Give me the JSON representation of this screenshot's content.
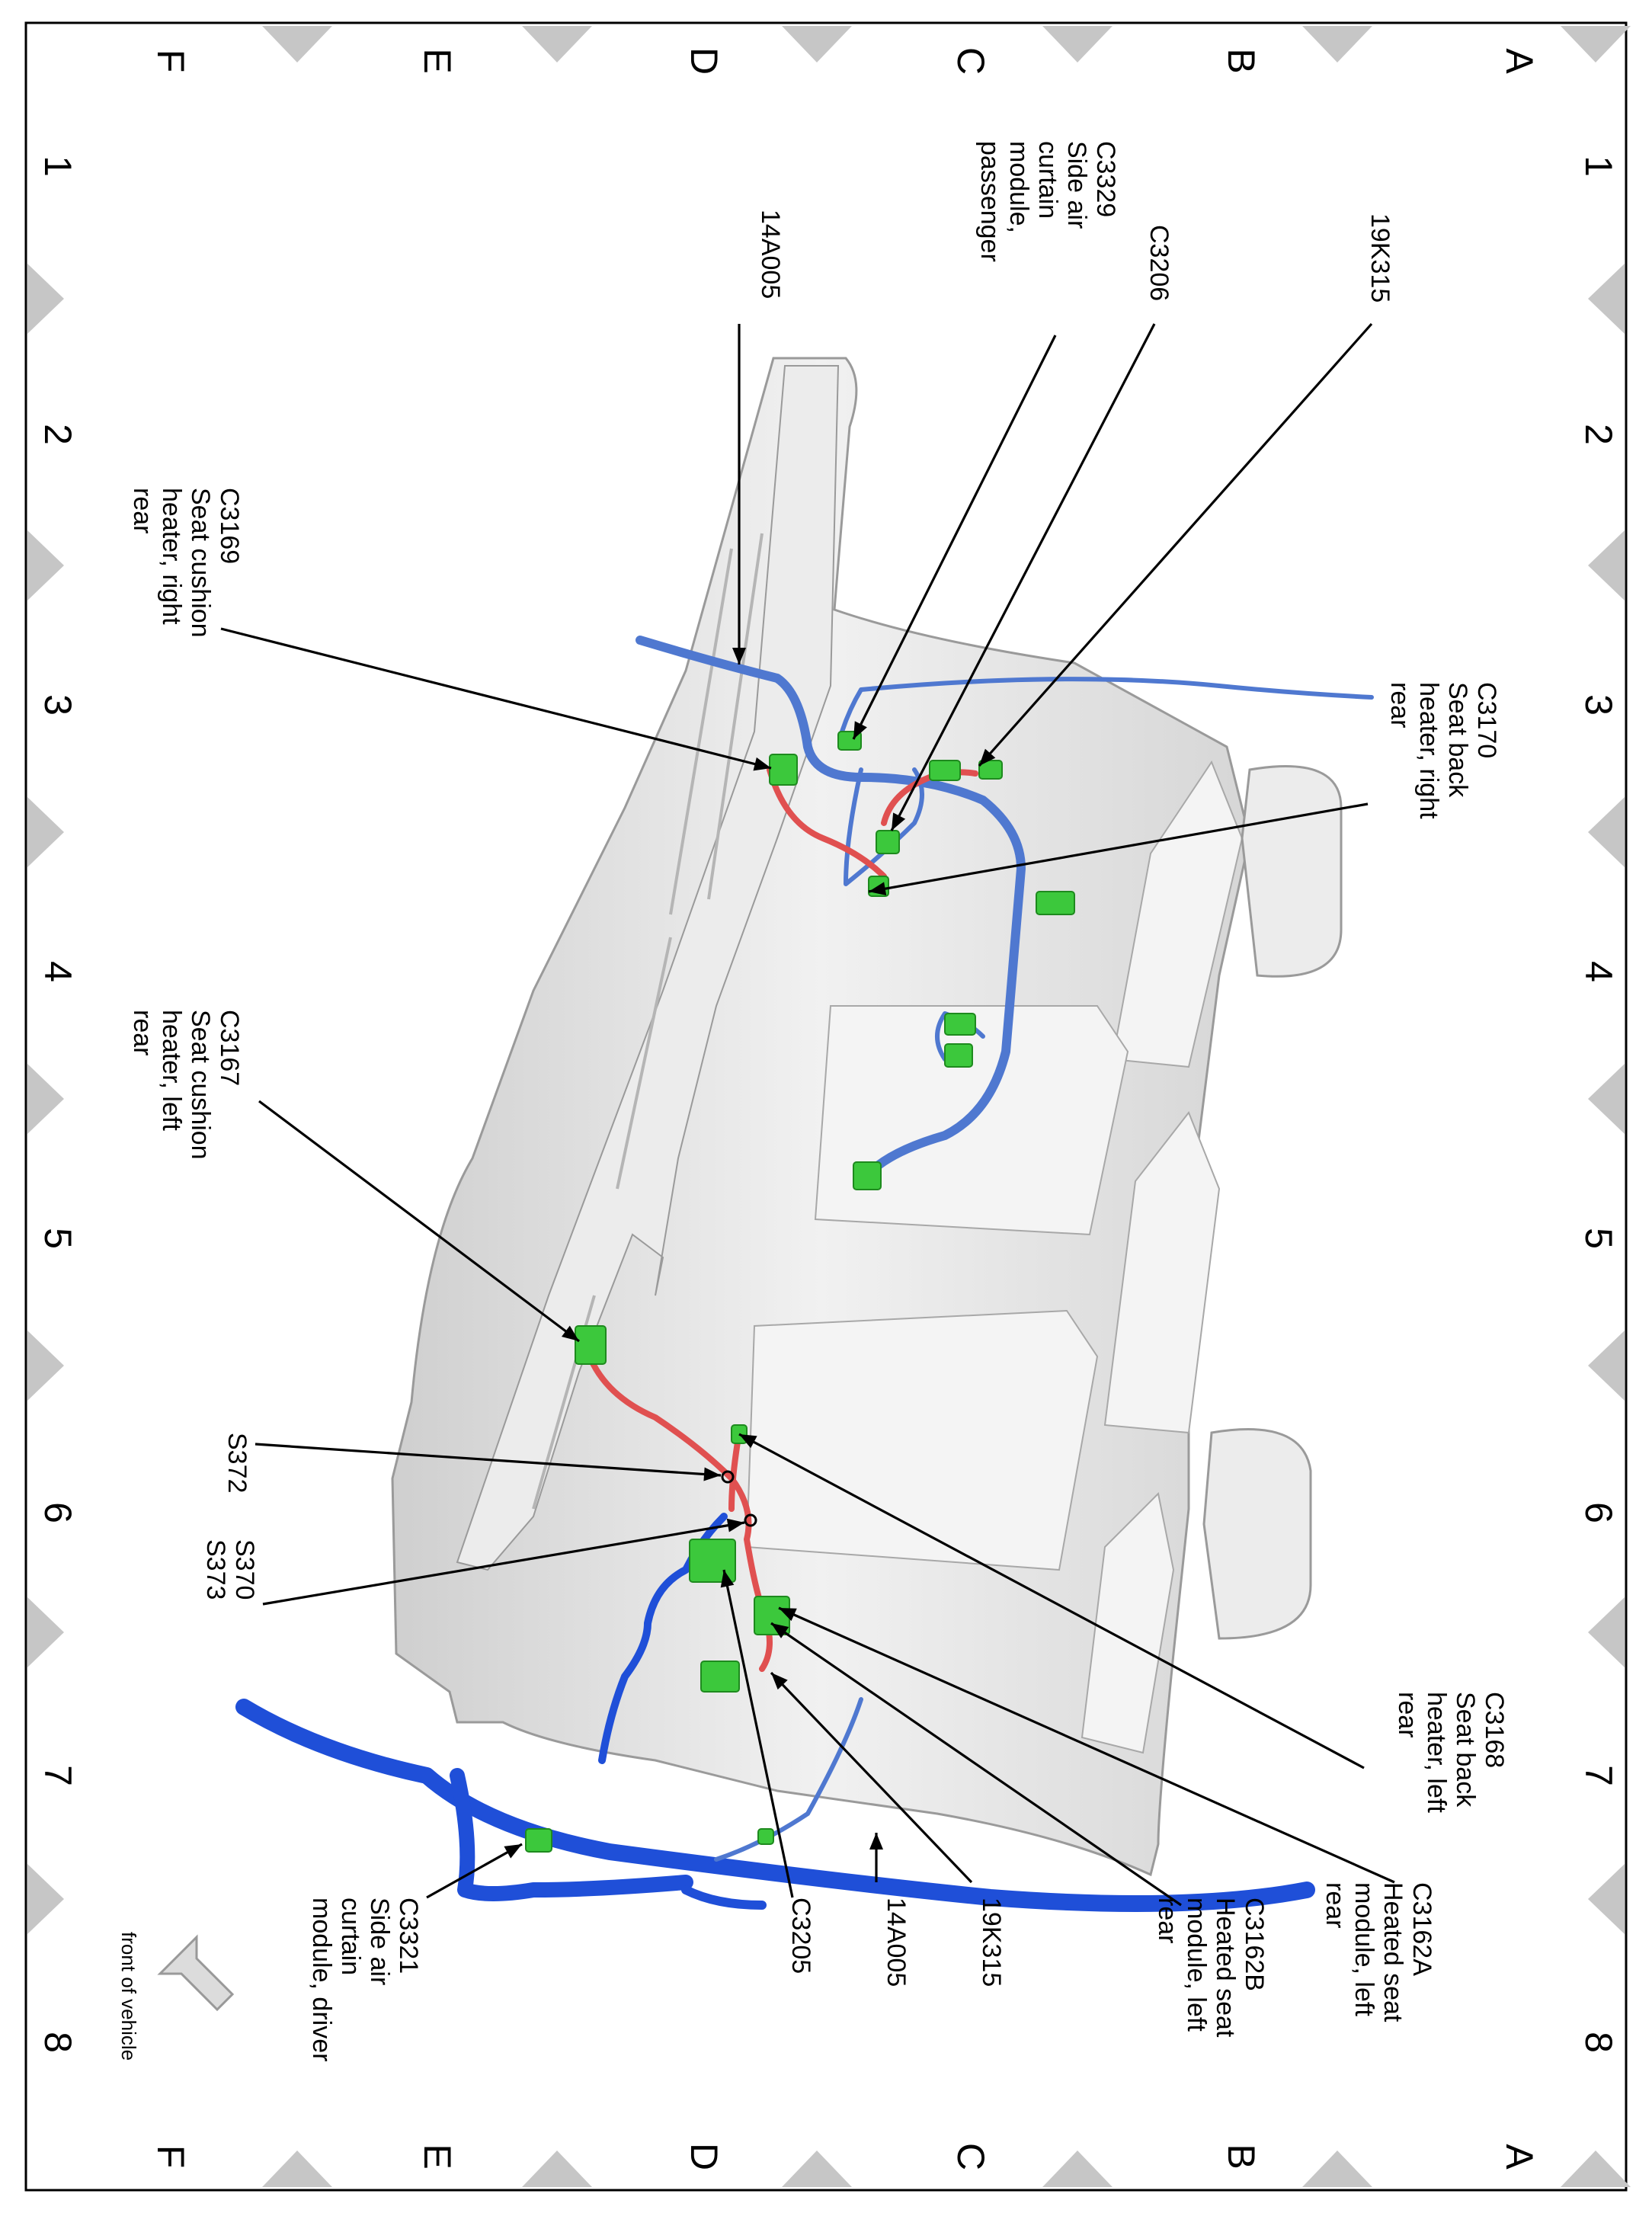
{
  "grid": {
    "rows": [
      "A",
      "B",
      "C",
      "D",
      "E",
      "F"
    ],
    "columns": [
      "1",
      "2",
      "3",
      "4",
      "5",
      "6",
      "7",
      "8"
    ]
  },
  "callouts": {
    "c3170": [
      "C3170",
      "Seat back",
      "heater, right",
      "rear"
    ],
    "k19k315_top": [
      "19K315"
    ],
    "c3206": [
      "C3206"
    ],
    "c3329": [
      "C3329",
      "Side air",
      "curtain",
      "module,",
      "passenger"
    ],
    "a14a005_top": [
      "14A005"
    ],
    "c3169": [
      "C3169",
      "Seat cushion",
      "heater, right",
      "rear"
    ],
    "c3167": [
      "C3167",
      "Seat cushion",
      "heater, left",
      "rear"
    ],
    "s372": [
      "S372"
    ],
    "s370_s373": [
      "S370",
      "S373"
    ],
    "c3168": [
      "C3168",
      "Seat back",
      "heater, left",
      "rear"
    ],
    "c3162a": [
      "C3162A",
      "Heated seat",
      "module, left",
      "rear"
    ],
    "c3162b": [
      "C3162B",
      "Heated seat",
      "module, left",
      "rear"
    ],
    "k19k315_bottom": [
      "19K315"
    ],
    "a14a005_bottom": [
      "14A005"
    ],
    "c3205": [
      "C3205"
    ],
    "c3321": [
      "C3321",
      "Side air",
      "curtain",
      "module, driver"
    ]
  },
  "orientation": {
    "label": "front of vehicle"
  },
  "colors": {
    "seat": "#e4e4e4",
    "seat_edge": "#9a9a9a",
    "harness_main": "#1f4fd8",
    "harness_branch": "#4f78d0",
    "heater_wire": "#e05050",
    "connector": "#3cc83c",
    "border_triangle": "#c6c6c6"
  }
}
